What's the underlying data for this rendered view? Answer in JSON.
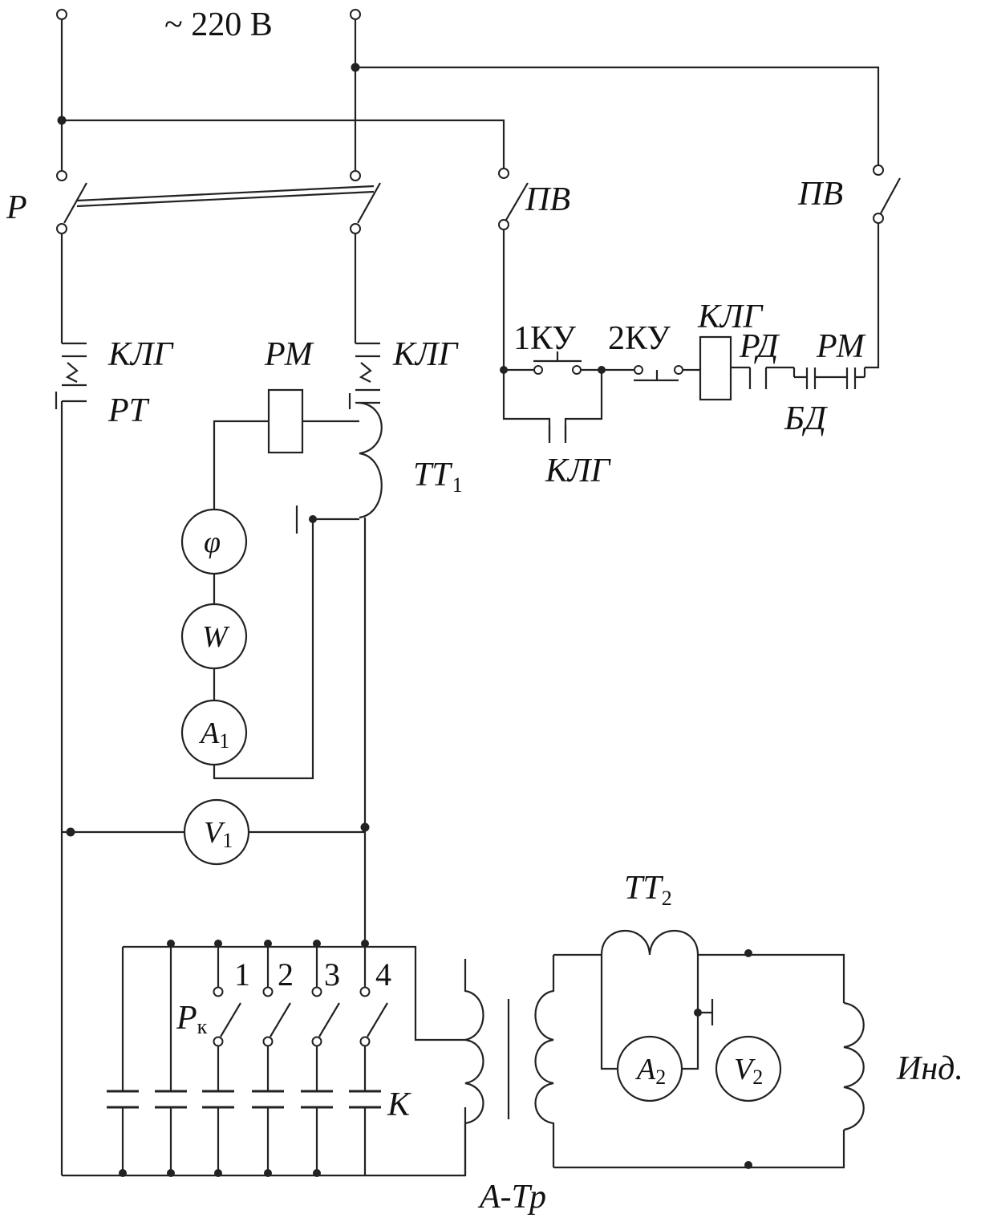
{
  "supply": {
    "label": "~ 220 В"
  },
  "labels": {
    "breaker": "Р",
    "klg": "КЛГ",
    "rt": "РТ",
    "rm": "РМ",
    "tt1": "ТТ",
    "tt1_sub": "1",
    "pv": "ПВ",
    "ku1": "1КУ",
    "ku2": "2КУ",
    "rd": "РД",
    "bd": "БД",
    "rk": "Р",
    "rk_sub": "к",
    "cap": "К",
    "atr": "А-Тр",
    "tt2": "ТТ",
    "tt2_sub": "2",
    "ind": "Инд."
  },
  "meters": {
    "phi": "φ",
    "w": "W",
    "a1": "A",
    "a1_sub": "1",
    "v1": "V",
    "v1_sub": "1",
    "a2": "A",
    "a2_sub": "2",
    "v2": "V",
    "v2_sub": "2"
  },
  "taps": [
    "1",
    "2",
    "3",
    "4"
  ]
}
